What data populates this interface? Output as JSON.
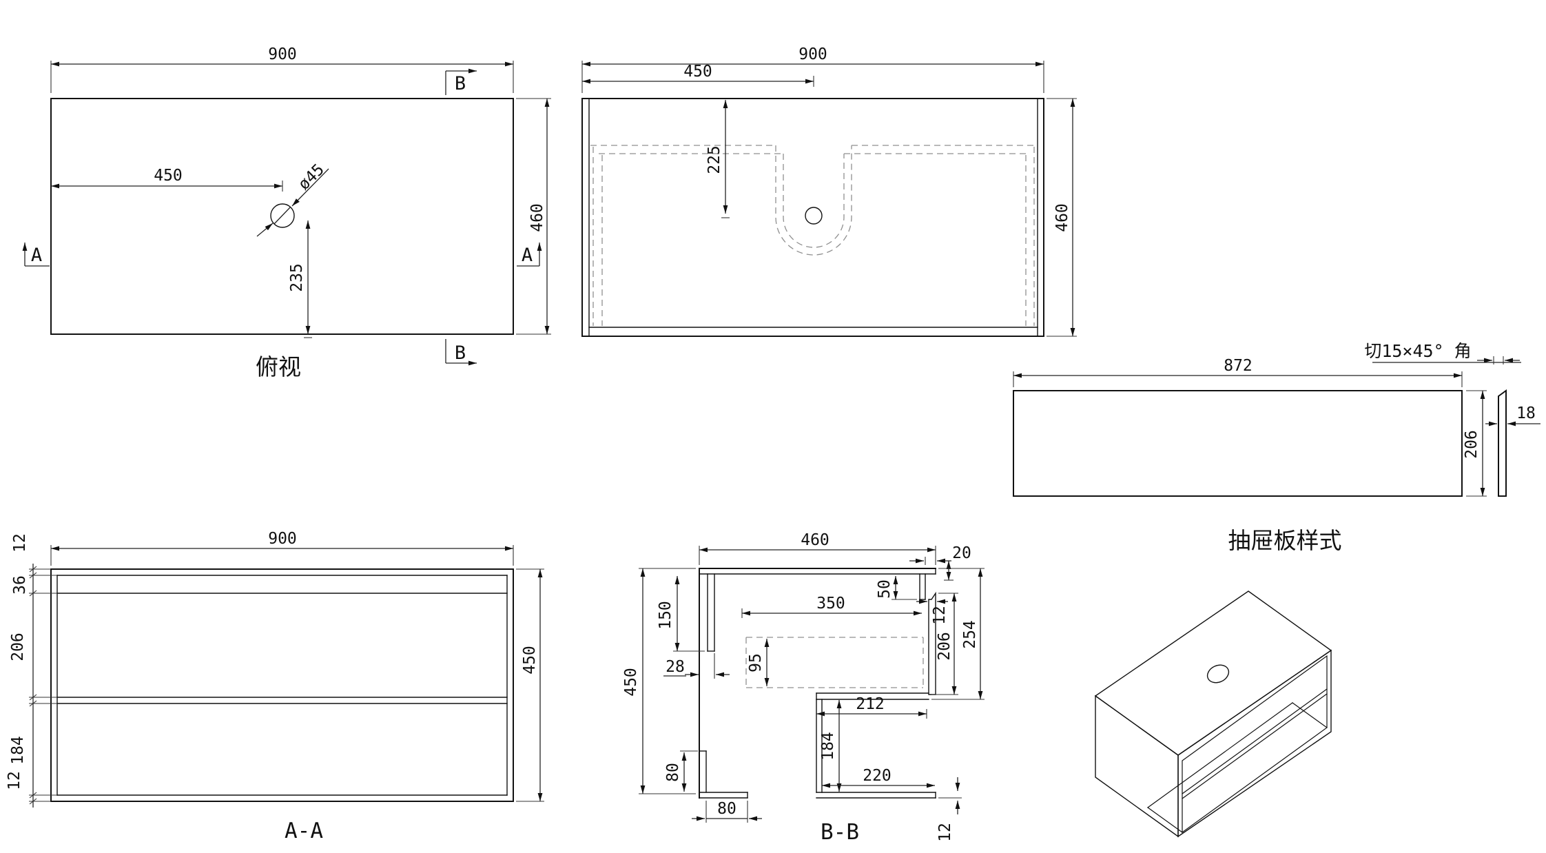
{
  "drawing": {
    "background": "#ffffff",
    "line_color": "#111111",
    "hidden_line_color": "#8f8f8f",
    "views": {
      "top_view": {
        "label": "俯视",
        "width": "900",
        "height": "460",
        "hole_offset": "450",
        "hole_center": "235",
        "hole_dia": "ø45",
        "sec_a": "A",
        "sec_b": "B"
      },
      "front_view": {
        "width": "900",
        "half_width": "450",
        "basin_depth": "225",
        "height": "460"
      },
      "drawer_panel": {
        "label": "抽屉板样式",
        "note": "切15×45° 角",
        "width": "872",
        "height": "206",
        "thickness": "18"
      },
      "section_aa": {
        "label": "A-A",
        "width": "900",
        "height": "450",
        "t_top": "12",
        "t_rail": "36",
        "t_drawer": "206",
        "t_open": "184",
        "t_bottom": "12"
      },
      "section_bb": {
        "label": "B-B",
        "width": "460",
        "height": "450",
        "top_gap": "20",
        "front_rail": "50",
        "drawer_depth": "350",
        "front_thk": "12",
        "front_h": "206",
        "front_total": "254",
        "back_rail": "150",
        "back_gap": "28",
        "box_h": "95",
        "shelf_d": "212",
        "open_h": "184",
        "bottom_d": "220",
        "bottom_thk": "12",
        "foot_h": "80",
        "foot_w": "80"
      }
    }
  }
}
